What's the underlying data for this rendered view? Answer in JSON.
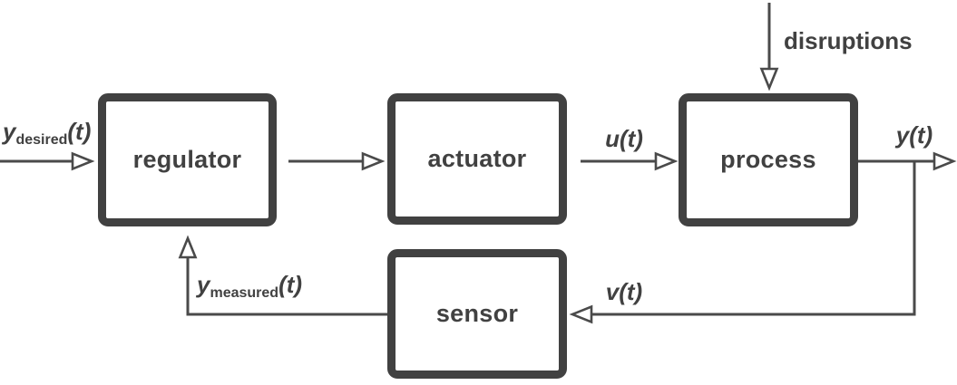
{
  "diagram": {
    "title": "feedback control loop block diagram",
    "colors": {
      "box_border": "#414141",
      "wire": "#4a4a4a",
      "text": "#414141",
      "background": "#ffffff"
    },
    "blocks": {
      "regulator": {
        "label": "regulator"
      },
      "actuator": {
        "label": "actuator"
      },
      "process": {
        "label": "process"
      },
      "sensor": {
        "label": "sensor"
      }
    },
    "signals": {
      "input": {
        "base": "y",
        "sub": "desired",
        "arg": "(t)"
      },
      "control": {
        "base": "u",
        "sub": "",
        "arg": "(t)"
      },
      "output": {
        "base": "y",
        "sub": "",
        "arg": "(t)"
      },
      "sensor_in": {
        "base": "v",
        "sub": "",
        "arg": "(t)"
      },
      "feedback": {
        "base": "y",
        "sub": "measured",
        "arg": "(t)"
      },
      "disturbance": {
        "label": "disruptions"
      }
    }
  }
}
